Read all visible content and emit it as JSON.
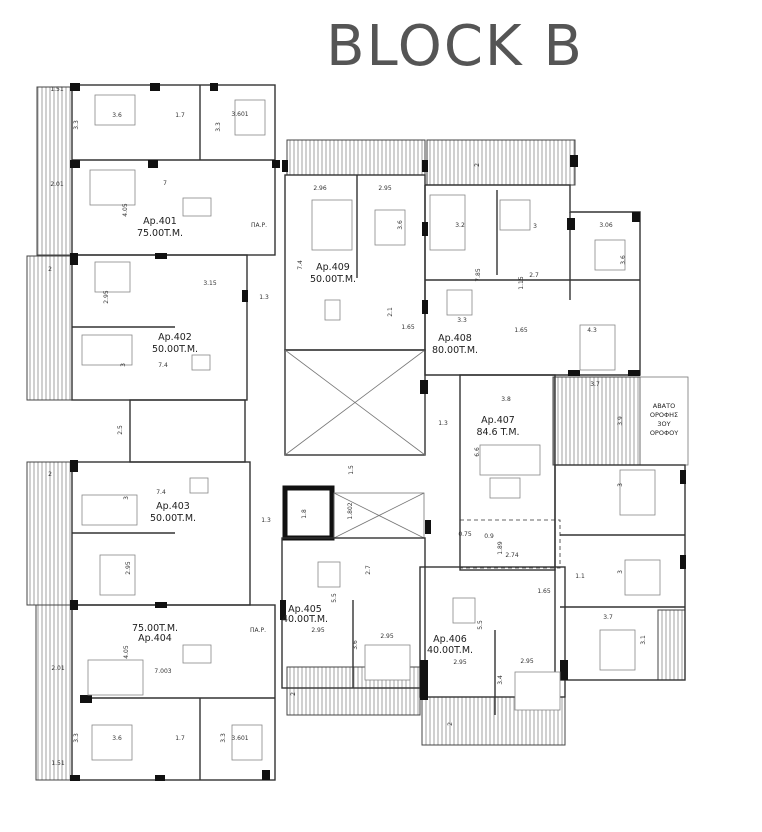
{
  "title": "BLOCK B",
  "apartments": {
    "ap401": {
      "name": "Ap.401",
      "area": "75.00T.M."
    },
    "ap402": {
      "name": "Ap.402",
      "area": "50.00T.M."
    },
    "ap403": {
      "name": "Ap.403",
      "area": "50.00T.M."
    },
    "ap404": {
      "name": "Ap.404",
      "area": "75.00T.M."
    },
    "ap405": {
      "name": "Ap.405",
      "area": "40.00T.M."
    },
    "ap406": {
      "name": "Ap.406",
      "area": "40.00T.M."
    },
    "ap407": {
      "name": "Ap.407",
      "area": "84.6 T.M."
    },
    "ap408": {
      "name": "Ap.408",
      "area": "80.00T.M."
    },
    "ap409": {
      "name": "Ap.409",
      "area": "50.00T.M."
    }
  },
  "roof_note": [
    "ΑΒΑΤΟ",
    "ΟΡΟΦΗΣ",
    "3ΟΥ",
    "ΟΡΟΦΟΥ"
  ],
  "dims": [
    "1.51",
    "3.6",
    "1.7",
    "3.3",
    "3.3",
    "3.601",
    "2.01",
    "7",
    "4.05",
    "ΠΑ.Ρ.",
    "2",
    "2.95",
    "3.15",
    "1.3",
    "7.4",
    "3",
    "2.5",
    "2",
    "7.4",
    "3",
    "1.3",
    "2.95",
    "2.01",
    "7.003",
    "4.05",
    "ΠΑ.Ρ.",
    "3.6",
    "1.7",
    "3.3",
    "3.3",
    "3.601",
    "1.51",
    "2.96",
    "2.95",
    "7.4",
    "3.6",
    "1.65",
    "2.1",
    "3.2",
    "3",
    "3.06",
    "2",
    "7.85",
    "2.7",
    "3.6",
    "1.15",
    "3.3",
    "1.65",
    "4.3",
    "3.7",
    "3.8",
    "3.9",
    "1.3",
    "6.6",
    "1.5",
    "1.8",
    "1.802",
    "2.7",
    "5.5",
    "2.95",
    "3.6",
    "2.95",
    "2",
    "0.75",
    "0.9",
    "1.89",
    "2.74",
    "1.65",
    "5.5",
    "2.95",
    "2.95",
    "3.4",
    "2",
    "3",
    "3",
    "1.1",
    "3.7",
    "3.1"
  ]
}
